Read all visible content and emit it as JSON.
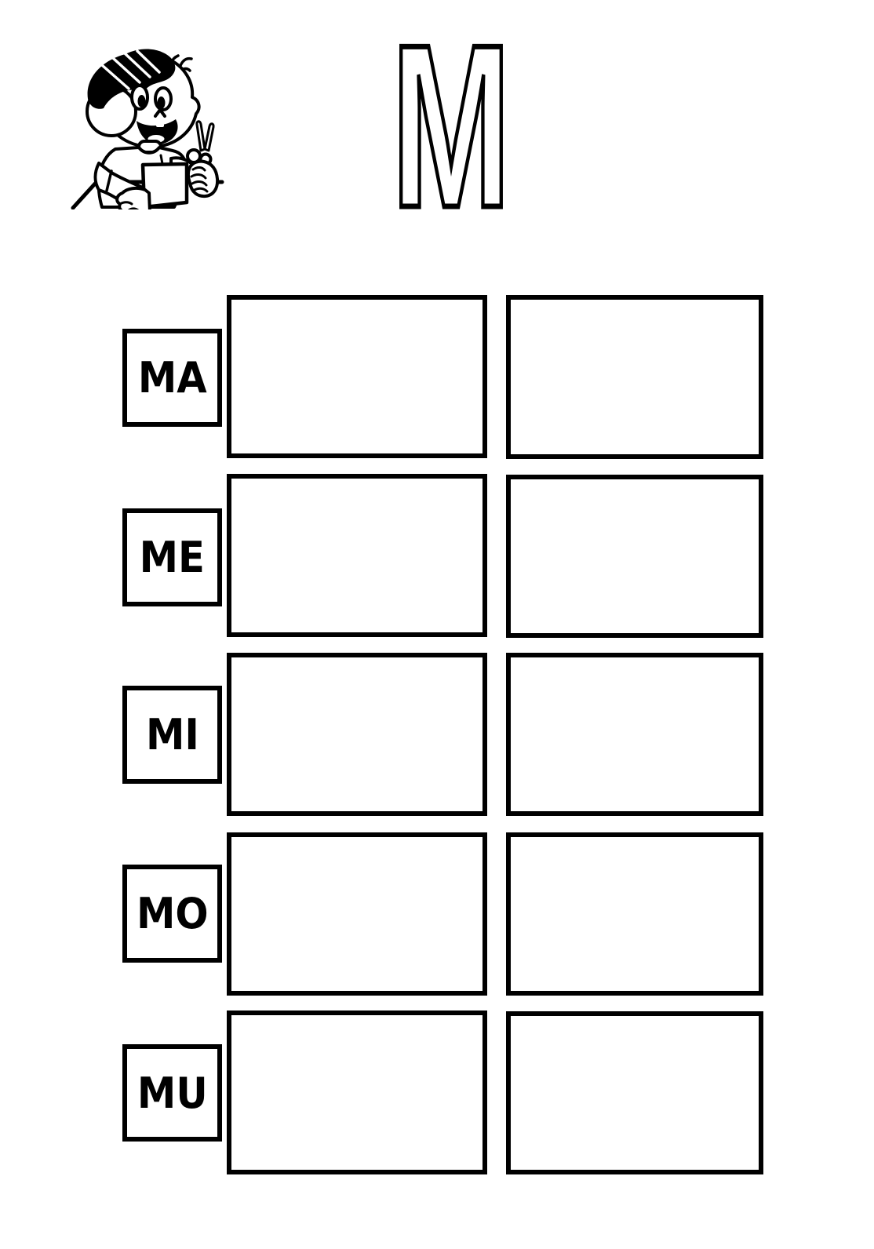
{
  "colors": {
    "ink": "#000000",
    "paper": "#ffffff"
  },
  "header": {
    "letter": "M",
    "illustration_icon": "child-cutting-paper-with-scissors-icon"
  },
  "rows": [
    {
      "syllable": "MA"
    },
    {
      "syllable": "ME"
    },
    {
      "syllable": "MI"
    },
    {
      "syllable": "MO"
    },
    {
      "syllable": "MU"
    }
  ]
}
